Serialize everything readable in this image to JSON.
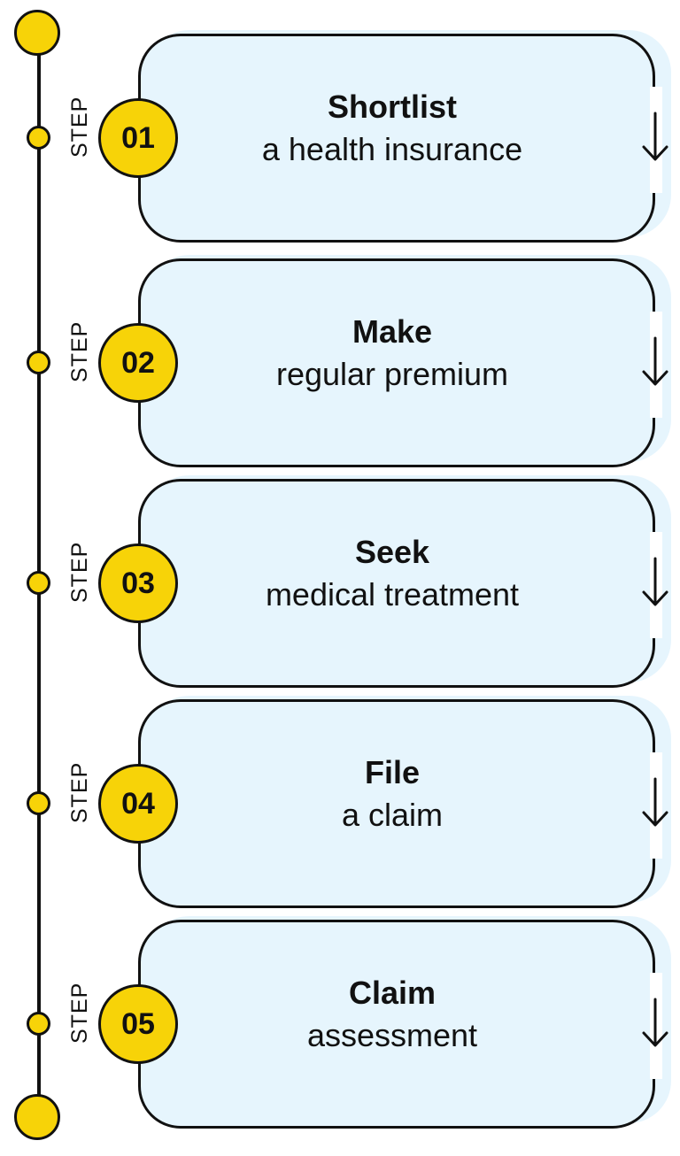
{
  "steps": [
    {
      "word": "STEP",
      "number": "01",
      "title": "Shortlist",
      "subtitle": "a health insurance"
    },
    {
      "word": "STEP",
      "number": "02",
      "title": "Make",
      "subtitle": "regular premium"
    },
    {
      "word": "STEP",
      "number": "03",
      "title": "Seek",
      "subtitle": "medical treatment"
    },
    {
      "word": "STEP",
      "number": "04",
      "title": "File",
      "subtitle": "a claim"
    },
    {
      "word": "STEP",
      "number": "05",
      "title": "Claim",
      "subtitle": "assessment"
    }
  ],
  "colors": {
    "accent": "#f7d308",
    "card_fill": "#e6f5fd",
    "stroke": "#111111"
  },
  "icons": {
    "step_arrow": "arrow-down-icon"
  }
}
